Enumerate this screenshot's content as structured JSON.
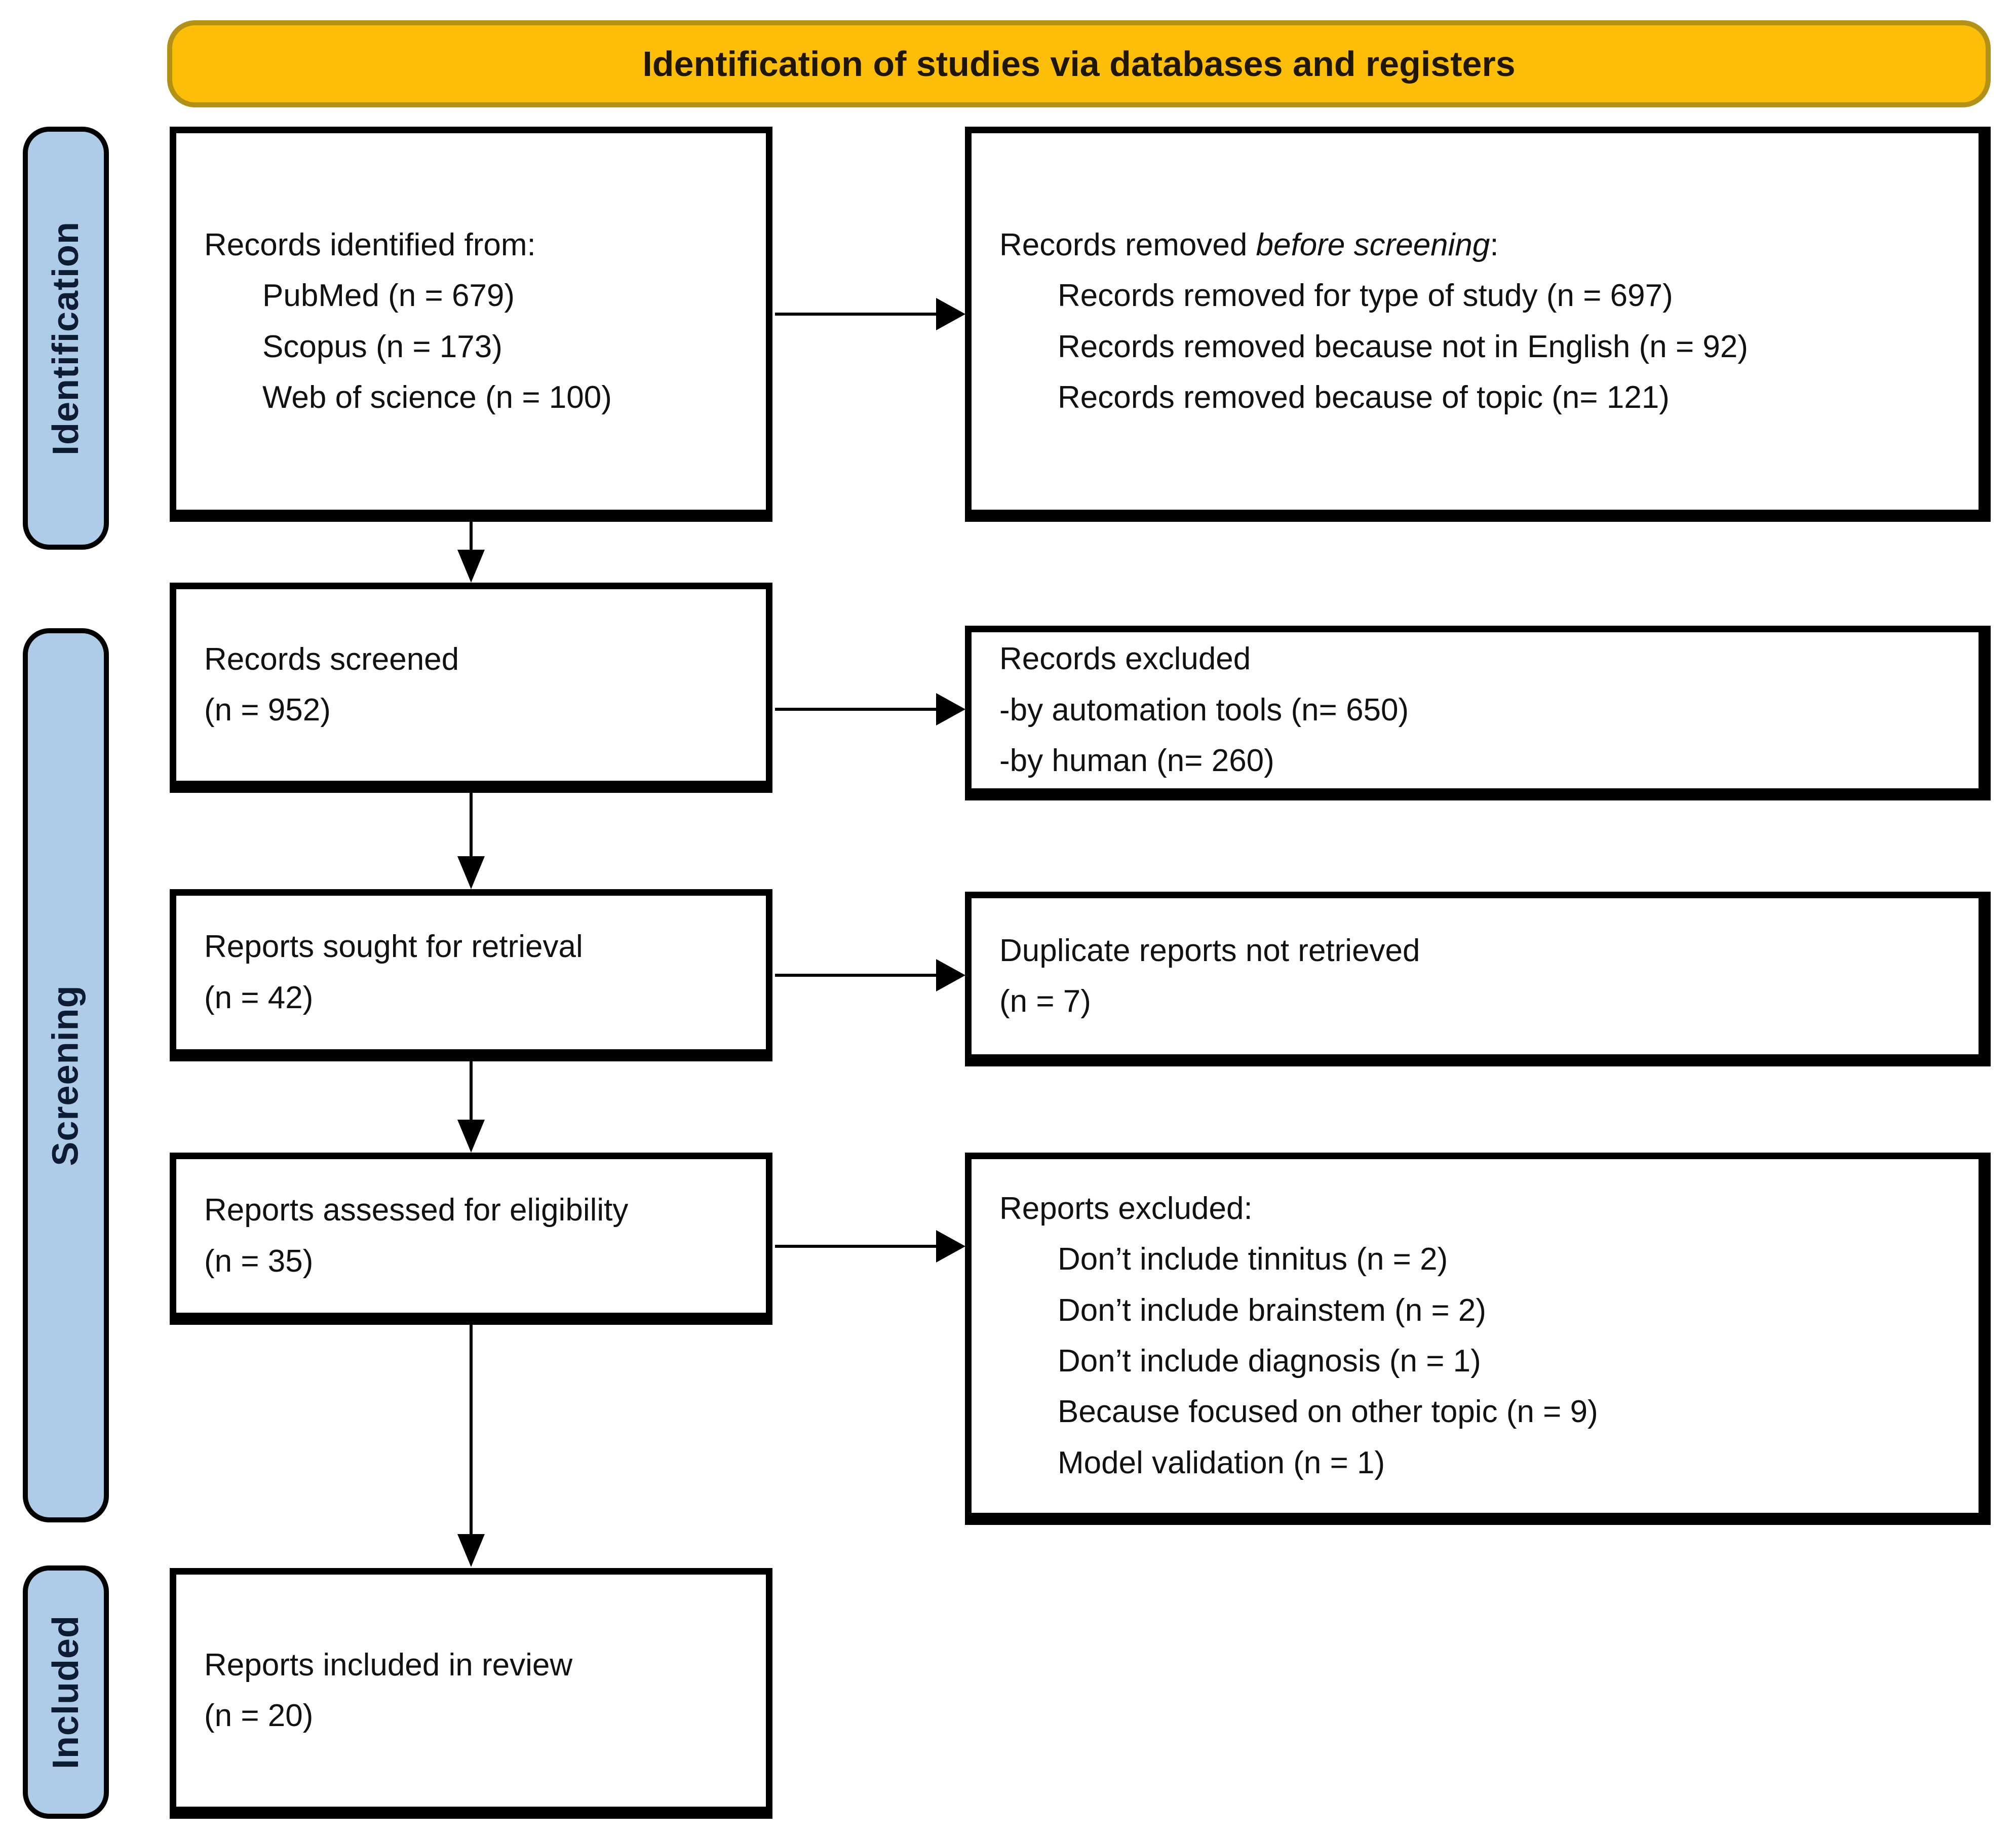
{
  "colors": {
    "banner-fill": "#FCBE09",
    "banner-border": "#B39016",
    "banner-text": "#201700",
    "stage-fill": "#AECBE8",
    "stage-text": "#0E1C33",
    "box-border": "#000000",
    "box-bg": "#FFFFFF",
    "arrow": "#000000"
  },
  "banner": {
    "title": "Identification of studies via databases and registers"
  },
  "stages": {
    "identification": "Identification",
    "screening": "Screening",
    "included": "Included"
  },
  "boxes": {
    "records_identified": {
      "title": "Records identified from:",
      "items": [
        "PubMed (n = 679)",
        "Scopus (n = 173)",
        "Web of science (n = 100)"
      ]
    },
    "records_removed": {
      "title_prefix": "Records removed ",
      "title_italic": "before screening",
      "title_suffix": ":",
      "items": [
        "Records removed for type of study (n = 697)",
        "Records removed because not in English (n = 92)",
        "Records removed because of topic (n= 121)"
      ]
    },
    "records_screened": {
      "line1": "Records screened",
      "line2": "(n = 952)"
    },
    "records_excluded": {
      "title": "Records excluded",
      "items": [
        "-by automation tools (n= 650)",
        "-by human (n= 260)"
      ]
    },
    "reports_sought": {
      "line1": "Reports sought for retrieval",
      "line2": "(n = 42)"
    },
    "duplicates_not_retrieved": {
      "line1": "Duplicate reports not retrieved",
      "line2": "(n = 7)"
    },
    "reports_assessed": {
      "line1": "Reports assessed for eligibility",
      "line2": "(n = 35)"
    },
    "reports_excluded": {
      "title": "Reports excluded:",
      "items": [
        "Don’t include tinnitus (n = 2)",
        "Don’t include brainstem (n = 2)",
        "Don’t include diagnosis (n = 1)",
        "Because focused on other topic (n = 9)",
        "Model validation (n = 1)"
      ]
    },
    "reports_included": {
      "line1": "Reports included in review",
      "line2": "(n = 20)"
    }
  }
}
